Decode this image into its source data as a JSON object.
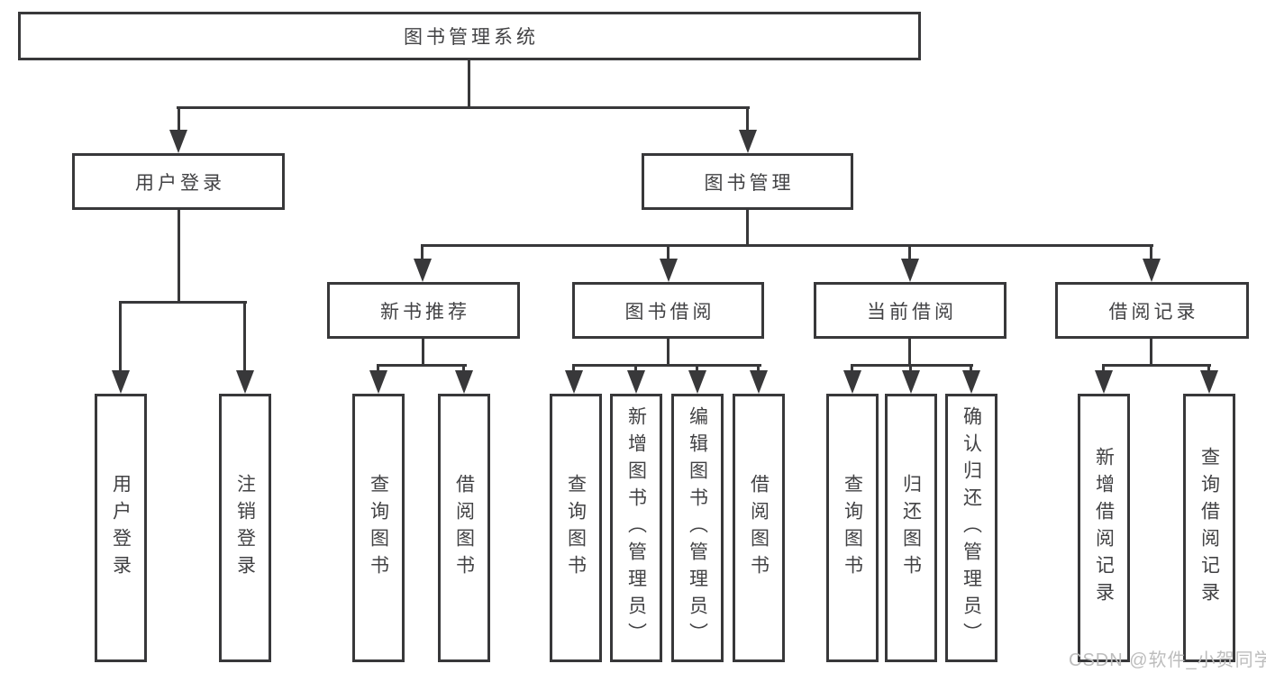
{
  "diagram": {
    "root": {
      "label": "图书管理系统"
    },
    "branches": [
      {
        "label": "用户登录",
        "children": [
          {
            "label": "用户登录"
          },
          {
            "label": "注销登录"
          }
        ]
      },
      {
        "label": "图书管理",
        "groups": [
          {
            "label": "新书推荐",
            "children": [
              {
                "label": "查询图书"
              },
              {
                "label": "借阅图书"
              }
            ]
          },
          {
            "label": "图书借阅",
            "children": [
              {
                "label": "查询图书"
              },
              {
                "label": "新增图书（管理员）"
              },
              {
                "label": "编辑图书（管理员）"
              },
              {
                "label": "借阅图书"
              }
            ]
          },
          {
            "label": "当前借阅",
            "children": [
              {
                "label": "查询图书"
              },
              {
                "label": "归还图书"
              },
              {
                "label": "确认归还（管理员）"
              }
            ]
          },
          {
            "label": "借阅记录",
            "children": [
              {
                "label": "新增借阅记录"
              },
              {
                "label": "查询借阅记录"
              }
            ]
          }
        ]
      }
    ]
  },
  "watermark": {
    "text": "CSDN @软件_小贺同学"
  },
  "colors": {
    "line": "#38383a",
    "text": "#424244",
    "watermark": "#bdbdbd",
    "bg": "#ffffff"
  }
}
